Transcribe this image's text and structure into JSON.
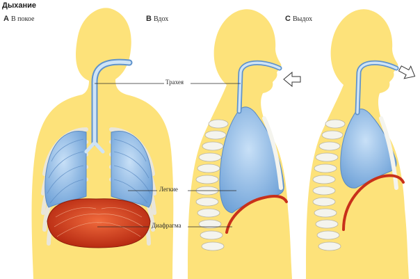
{
  "title": "Дыхание",
  "panels": [
    {
      "letter": "A",
      "caption": "В покое"
    },
    {
      "letter": "B",
      "caption": "Вдох"
    },
    {
      "letter": "C",
      "caption": "Выдох"
    }
  ],
  "callouts": {
    "trachea": "Трахея",
    "lungs": "Легкие",
    "diaphragm": "Диафрагма"
  },
  "colors": {
    "body": "#fde27a",
    "lung": "#9cc3e8",
    "diaphragm": "#d2321c",
    "rib": "#f4f4ee"
  }
}
